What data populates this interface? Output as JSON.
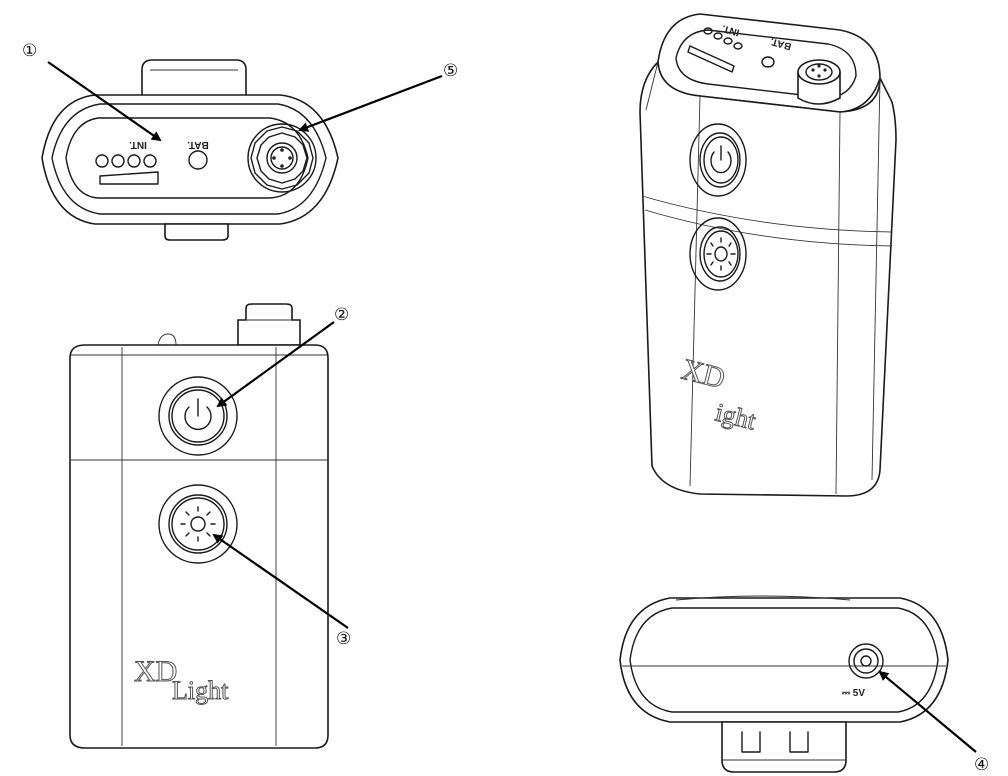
{
  "callouts": [
    {
      "id": "1",
      "label": "①"
    },
    {
      "id": "2",
      "label": "②"
    },
    {
      "id": "3",
      "label": "③"
    },
    {
      "id": "4",
      "label": "④"
    },
    {
      "id": "5",
      "label": "⑤"
    }
  ],
  "top_view": {
    "int_label": "INT.",
    "bat_label": "BAT."
  },
  "front_view": {
    "logo_big": "XD",
    "logo_small": "Light"
  },
  "iso_view": {
    "logo_big": "XD",
    "logo_small": "ight",
    "int_label": "INT.",
    "bat_label": "BAT."
  },
  "bottom_view": {
    "power_label": "⎓ 5V"
  }
}
